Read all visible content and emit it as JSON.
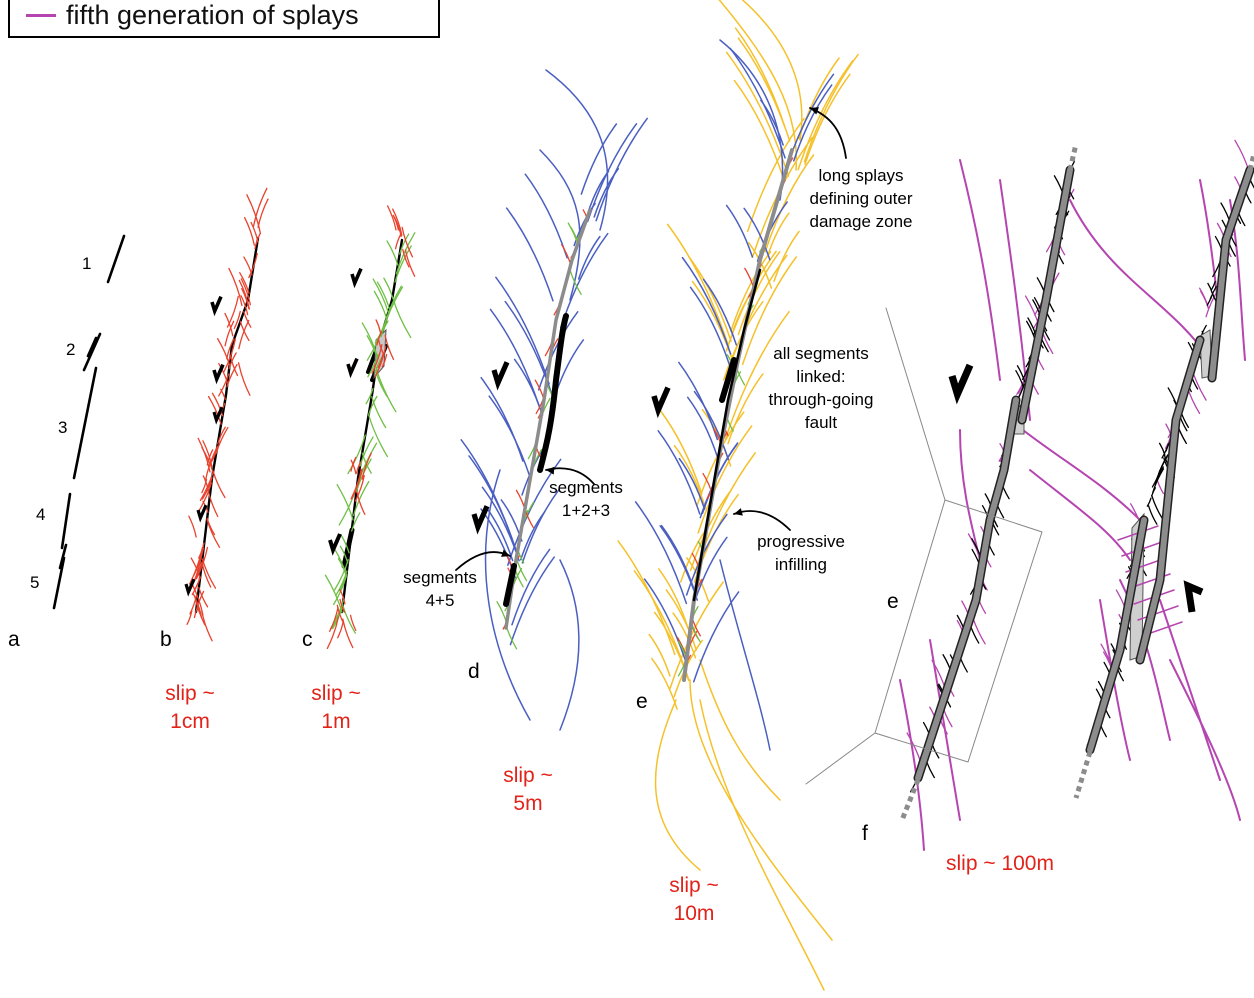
{
  "legend": {
    "label": "fifth generation of splays",
    "color": "#b545b0"
  },
  "colors": {
    "fault": "#000000",
    "gen1": "#e8432e",
    "gen2": "#6fbf44",
    "gen3": "#4a5fc1",
    "gen4": "#f5c12a",
    "gen5": "#b545b0",
    "core": "#8c8c8c",
    "slip_text": "#e2231a"
  },
  "segments": [
    "1",
    "2",
    "3",
    "4",
    "5"
  ],
  "panels": {
    "a": {
      "label": "a"
    },
    "b": {
      "label": "b",
      "slip": [
        "slip ~",
        "1cm"
      ]
    },
    "c": {
      "label": "c",
      "slip": [
        "slip ~",
        "1m"
      ]
    },
    "d": {
      "label": "d",
      "slip": [
        "slip ~",
        "5m"
      ]
    },
    "e": {
      "label": "e",
      "slip": [
        "slip ~",
        "10m"
      ]
    },
    "f": {
      "label": "f",
      "slip": "slip ~ 100m",
      "inset_label": "e"
    }
  },
  "annotations": {
    "segments_123": [
      "segments",
      "1+2+3"
    ],
    "segments_45": [
      "segments",
      "4+5"
    ],
    "long_splays": [
      "long splays",
      "defining outer",
      "damage zone"
    ],
    "all_linked": [
      "all segments",
      "linked:",
      "through-going",
      "fault"
    ],
    "progressive": [
      "progressive",
      "infilling"
    ]
  }
}
